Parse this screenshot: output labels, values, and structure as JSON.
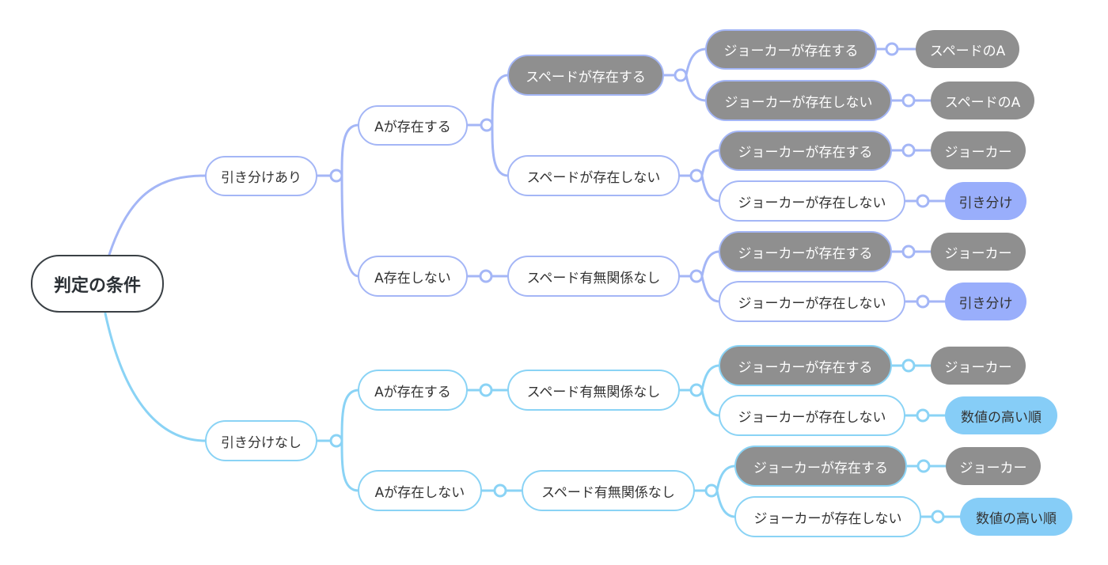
{
  "colors": {
    "branch_top": "#a4b6f6",
    "branch_bottom": "#8ad3f5",
    "condition_true_fill": "#8f8f8f",
    "result_split_fill": "#99aefb",
    "result_value_fill": "#86cdf7",
    "root_border": "#3a4045"
  },
  "mindmap": {
    "root": "判定の条件",
    "branches": [
      {
        "label": "引き分けあり",
        "children": [
          {
            "label": "Aが存在する",
            "children": [
              {
                "label": "スペードが存在する",
                "children": [
                  {
                    "label": "ジョーカーが存在する",
                    "result": "スペードのA"
                  },
                  {
                    "label": "ジョーカーが存在しない",
                    "result": "スペードのA"
                  }
                ]
              },
              {
                "label": "スペードが存在しない",
                "children": [
                  {
                    "label": "ジョーカーが存在する",
                    "result": "ジョーカー"
                  },
                  {
                    "label": "ジョーカーが存在しない",
                    "result": "引き分け"
                  }
                ]
              }
            ]
          },
          {
            "label": "A存在しない",
            "children": [
              {
                "label": "スペード有無関係なし",
                "children": [
                  {
                    "label": "ジョーカーが存在する",
                    "result": "ジョーカー"
                  },
                  {
                    "label": "ジョーカーが存在しない",
                    "result": "引き分け"
                  }
                ]
              }
            ]
          }
        ]
      },
      {
        "label": "引き分けなし",
        "children": [
          {
            "label": "Aが存在する",
            "children": [
              {
                "label": "スペード有無関係なし",
                "children": [
                  {
                    "label": "ジョーカーが存在する",
                    "result": "ジョーカー"
                  },
                  {
                    "label": "ジョーカーが存在しない",
                    "result": "数値の高い順"
                  }
                ]
              }
            ]
          },
          {
            "label": "Aが存在しない",
            "children": [
              {
                "label": "スペード有無関係なし",
                "children": [
                  {
                    "label": "ジョーカーが存在する",
                    "result": "ジョーカー"
                  },
                  {
                    "label": "ジョーカーが存在しない",
                    "result": "数値の高い順"
                  }
                ]
              }
            ]
          }
        ]
      }
    ]
  }
}
